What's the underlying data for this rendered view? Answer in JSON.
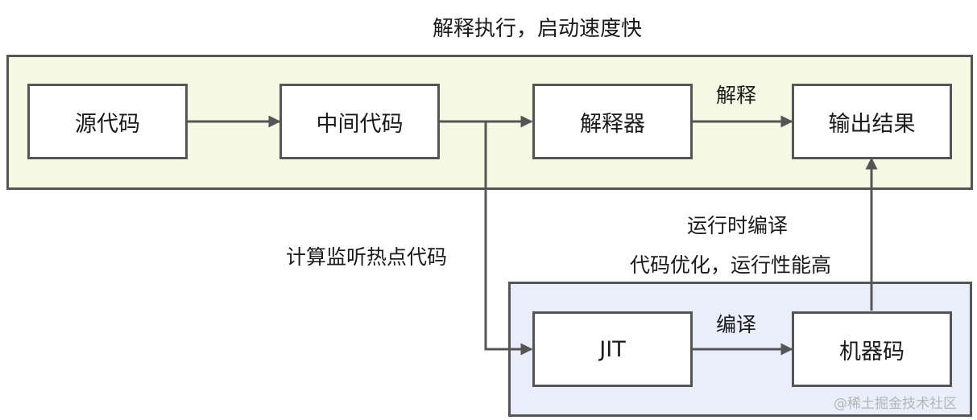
{
  "labels": {
    "top_caption": "解释执行，启动速度快",
    "interpret": "解释",
    "hot_code": "计算监听热点代码",
    "runtime_compile": "运行时编译",
    "optimize": "代码优化，运行性能高",
    "compile": "编译"
  },
  "nodes": {
    "source_code": "源代码",
    "intermediate_code": "中间代码",
    "interpreter": "解释器",
    "output_result": "输出结果",
    "jit": "JIT",
    "machine_code": "机器码"
  },
  "watermark": "@稀土掘金技术社区",
  "colors": {
    "top_group_bg": "#f5f9e4",
    "bottom_group_bg": "#e9eefa",
    "stroke": "#555555"
  }
}
